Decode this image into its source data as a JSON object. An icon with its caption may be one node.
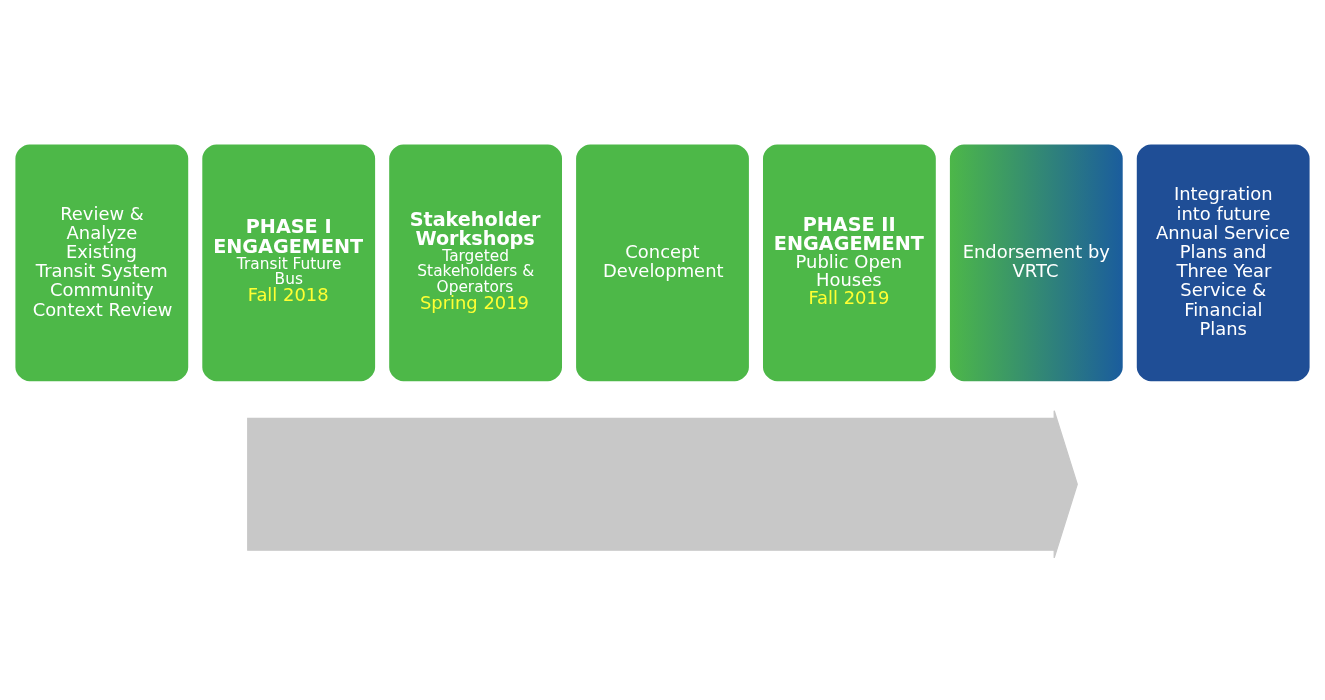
{
  "diagram": {
    "nodes": [
      {
        "text": [],
        "shape": "arrow"
      },
      {
        "text": [
          "Review & Analyze Existing Transit System Community Context Review"
        ]
      },
      {
        "text": [
          "PHASE I ENGAGEMENT",
          "Transit Future Bus",
          "Fall 2018"
        ]
      },
      {
        "text": [
          "Stakeholder Workshops",
          "Targeted Stakeholders & Operators",
          "Spring 2019"
        ]
      },
      {
        "text": [
          "Concept Development"
        ]
      },
      {
        "text": [
          "PHASE II ENGAGEMENT",
          "Public Open Houses",
          "Fall 2019"
        ]
      },
      {
        "text": [
          "Endorsement by VRTC"
        ]
      },
      {
        "text": [
          "Integration into future Annual Service Plans and Three Year Service & Financial Plans"
        ]
      }
    ]
  }
}
